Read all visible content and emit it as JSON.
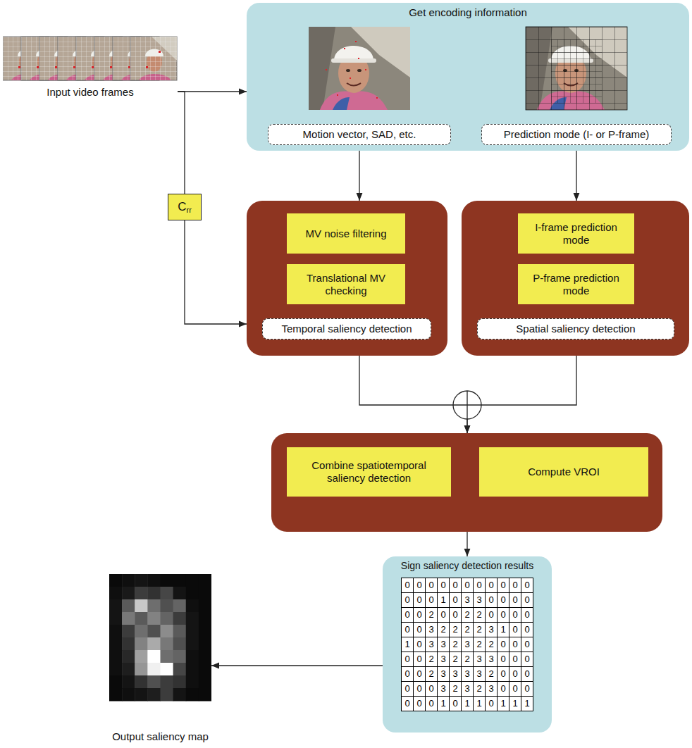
{
  "diagram": {
    "nodes": [
      {
        "text": [
          "Input video frames"
        ]
      },
      {
        "text": [
          "Get encoding information"
        ]
      },
      {
        "text": [
          "Motion vector, SAD, etc."
        ],
        "in": 1
      },
      {
        "text": [
          "Prediction mode (I- or P-frame)"
        ],
        "in": 1
      },
      {
        "text": [
          "C",
          "rr"
        ]
      },
      {
        "text": []
      },
      {
        "text": [
          "MV noise filtering"
        ],
        "in": 5
      },
      {
        "text": [
          "Translational MV checking"
        ],
        "in": 5
      },
      {
        "text": [
          "Temporal saliency detection"
        ],
        "in": 5
      },
      {
        "text": []
      },
      {
        "text": [
          "I-frame prediction mode"
        ],
        "in": 9
      },
      {
        "text": [
          "P-frame prediction mode"
        ],
        "in": 9
      },
      {
        "text": [
          "Spatial saliency detection"
        ],
        "in": 9
      },
      {
        "text": []
      },
      {
        "text": [
          "Combine spatiotemporal saliency detection"
        ],
        "in": 13
      },
      {
        "text": [
          "Compute VROI"
        ],
        "in": 13
      },
      {
        "text": [
          "Sign saliency detection results"
        ]
      },
      {
        "text": [
          "Output saliency map"
        ]
      }
    ],
    "edges": [
      {
        "from": 0,
        "to": 1,
        "arrow": "to"
      },
      {
        "from": 0,
        "to": 4,
        "arrow": "none"
      },
      {
        "from": 4,
        "to": 5,
        "arrow": "to"
      },
      {
        "from": 2,
        "to": 5,
        "arrow": "to"
      },
      {
        "from": 3,
        "to": 9,
        "arrow": "to"
      },
      {
        "from": 5,
        "to": 13,
        "arrow": "to"
      },
      {
        "from": 9,
        "to": 13,
        "arrow": "to"
      },
      {
        "from": 13,
        "to": 16,
        "arrow": "to"
      },
      {
        "from": 16,
        "to": 17,
        "arrow": "to"
      }
    ],
    "labels": [
      "0",
      "0",
      "0",
      "0",
      "0",
      "0",
      "0",
      "0",
      "0",
      "0",
      "0",
      "0",
      "0",
      "0",
      "1",
      "0",
      "3",
      "3",
      "0",
      "0",
      "0",
      "0",
      "0",
      "0",
      "2",
      "0",
      "0",
      "2",
      "2",
      "0",
      "0",
      "0",
      "0",
      "0",
      "0",
      "3",
      "2",
      "2",
      "2",
      "2",
      "3",
      "1",
      "0",
      "0",
      "1",
      "0",
      "3",
      "3",
      "2",
      "3",
      "2",
      "2",
      "0",
      "0",
      "0",
      "0",
      "0",
      "2",
      "3",
      "2",
      "2",
      "3",
      "3",
      "0",
      "0",
      "0",
      "0",
      "0",
      "2",
      "3",
      "3",
      "3",
      "3",
      "2",
      "0",
      "0",
      "0",
      "0",
      "0",
      "0",
      "3",
      "2",
      "3",
      "2",
      "3",
      "0",
      "0",
      "0",
      "0",
      "0",
      "0",
      "1",
      "0",
      "1",
      "1",
      "0",
      "1",
      "1",
      "1"
    ]
  }
}
